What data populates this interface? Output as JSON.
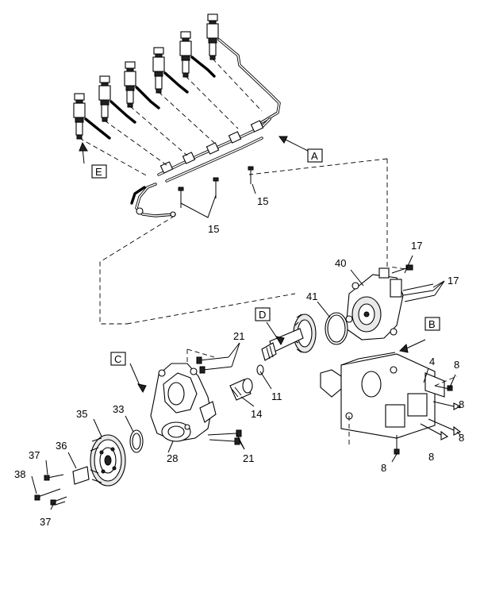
{
  "callouts": {
    "n15a": "15",
    "n15b": "15",
    "n17a": "17",
    "n17b": "17",
    "n40": "40",
    "n41": "41",
    "n21a": "21",
    "n21b": "21",
    "n11": "11",
    "n14": "14",
    "n4": "4",
    "n8a": "8",
    "n8b": "8",
    "n8c": "8",
    "n8d": "8",
    "n8e": "8",
    "n33": "33",
    "n35": "35",
    "n36": "36",
    "n37a": "37",
    "n37b": "37",
    "n38": "38",
    "n28": "28"
  },
  "views": {
    "A": "A",
    "B": "B",
    "C": "C",
    "D": "D",
    "E": "E"
  }
}
